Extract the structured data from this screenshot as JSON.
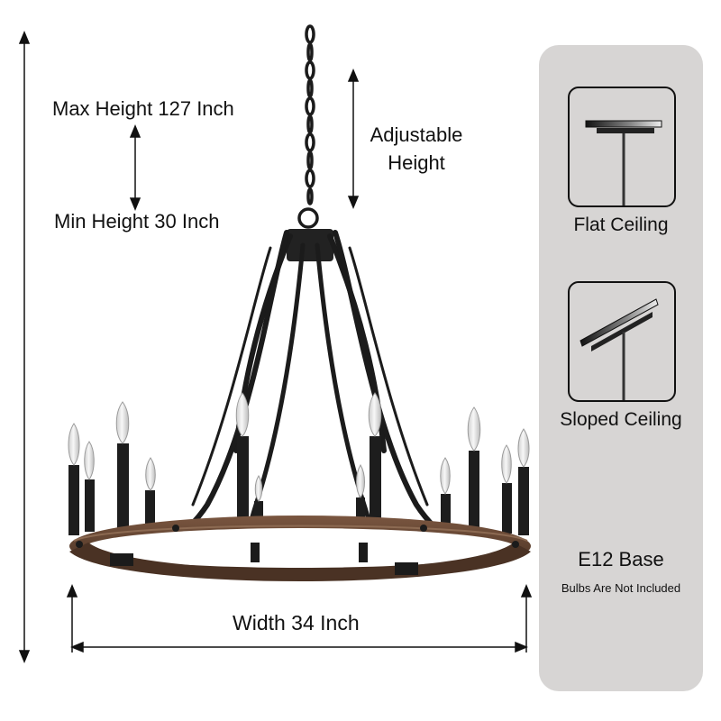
{
  "dimensions": {
    "max_height": "Max Height 127 Inch",
    "min_height": "Min Height 30 Inch",
    "adjustable_line1": "Adjustable",
    "adjustable_line2": "Height",
    "width": "Width 34 Inch"
  },
  "features": {
    "flat_ceiling": "Flat Ceiling",
    "sloped_ceiling": "Sloped Ceiling",
    "base_type": "E12 Base",
    "bulbs_note": "Bulbs Are Not Included"
  },
  "colors": {
    "metal": "#1b1b1b",
    "wood": "#6b4a36",
    "panel": "#d7d5d4",
    "bulb": "#e9e9e9"
  },
  "icons": [
    "flat-ceiling-icon",
    "sloped-ceiling-icon"
  ]
}
